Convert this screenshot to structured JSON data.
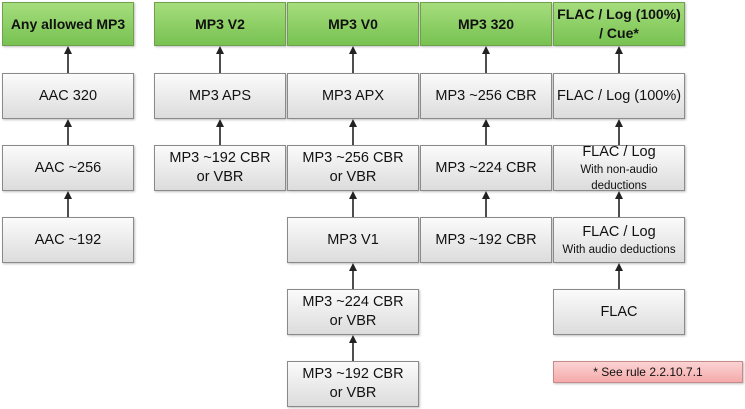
{
  "columns": [
    {
      "header": "Any allowed MP3",
      "items": [
        {
          "lines": [
            "AAC 320"
          ]
        },
        {
          "lines": [
            "AAC ~256"
          ]
        },
        {
          "lines": [
            "AAC ~192"
          ]
        }
      ]
    },
    {
      "header": "MP3 V2",
      "items": [
        {
          "lines": [
            "MP3 APS"
          ]
        },
        {
          "lines": [
            "MP3 ~192 CBR",
            "or VBR"
          ]
        }
      ]
    },
    {
      "header": "MP3 V0",
      "items": [
        {
          "lines": [
            "MP3 APX"
          ]
        },
        {
          "lines": [
            "MP3 ~256 CBR",
            "or VBR"
          ]
        },
        {
          "lines": [
            "MP3 V1"
          ]
        },
        {
          "lines": [
            "MP3 ~224 CBR",
            "or VBR"
          ]
        },
        {
          "lines": [
            "MP3 ~192 CBR",
            "or VBR"
          ]
        }
      ]
    },
    {
      "header": "MP3 320",
      "items": [
        {
          "lines": [
            "MP3 ~256 CBR"
          ]
        },
        {
          "lines": [
            "MP3 ~224 CBR"
          ]
        },
        {
          "lines": [
            "MP3 ~192 CBR"
          ]
        }
      ]
    },
    {
      "header": "FLAC / Log (100%) / Cue*",
      "items": [
        {
          "lines": [
            "FLAC / Log (100%)"
          ]
        },
        {
          "lines": [
            "FLAC / Log"
          ],
          "sub": "With non-audio deductions"
        },
        {
          "lines": [
            "FLAC / Log"
          ],
          "sub": "With audio deductions"
        },
        {
          "lines": [
            "FLAC"
          ]
        }
      ]
    }
  ],
  "note": "* See rule  2.2.10.7.1",
  "colors": {
    "header_fill": "#8fd167",
    "box_fill": "#eeeeee",
    "note_fill": "#f8c0c0",
    "arrow": "#222222"
  }
}
